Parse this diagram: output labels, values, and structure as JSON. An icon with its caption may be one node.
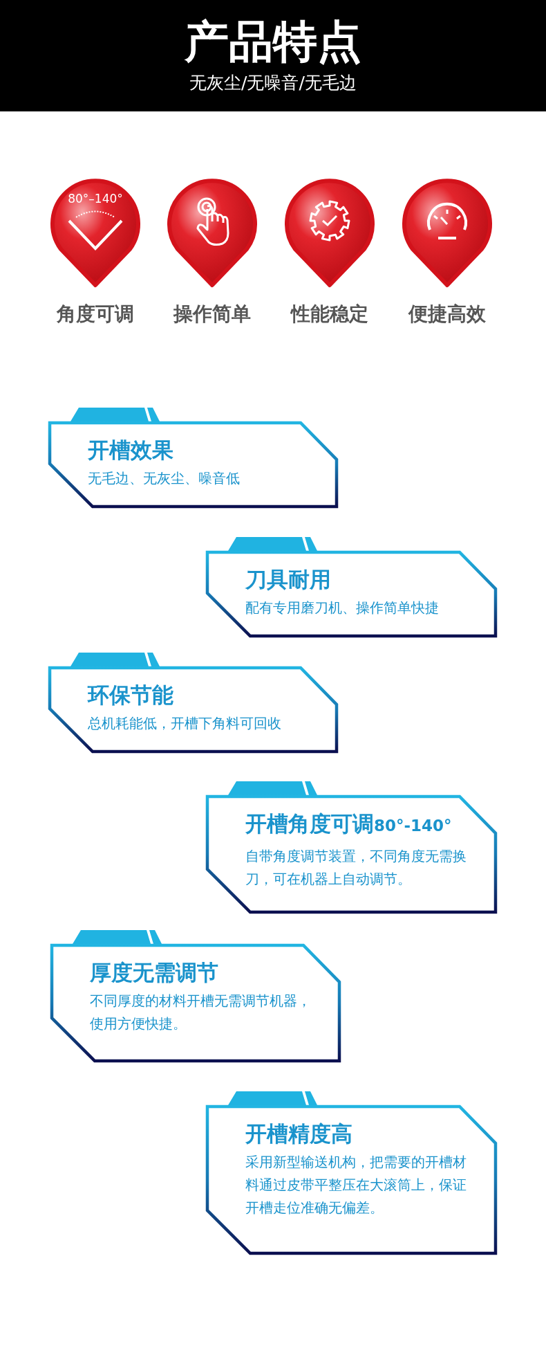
{
  "diagram": {
    "title": "产品特点",
    "nodes": [
      {
        "text": [
          "80°–140°",
          "角度可调"
        ]
      },
      {
        "text": [
          "操作简单"
        ]
      },
      {
        "text": [
          "性能稳定"
        ]
      },
      {
        "text": [
          "便捷高效"
        ]
      },
      {
        "text": [
          "开槽效果",
          "无毛边、无灰尘、噪音低"
        ]
      },
      {
        "text": [
          "刀具耐用",
          "配有专用磨刀机、操作简单快捷"
        ]
      },
      {
        "text": [
          "环保节能",
          "总机耗能低，开槽下角料可回收"
        ]
      },
      {
        "text": [
          "开槽角度可调",
          "80°-140°",
          "自带角度调节装置，不同角度无需换刀，可在机器上自动调节。"
        ]
      },
      {
        "text": [
          "厚度无需调节",
          "不同厚度的材料开槽无需调节机器，使用方便快捷。"
        ]
      },
      {
        "text": [
          "开槽精度高",
          "采用新型输送机构，把需要的开槽材料通过皮带平整压在大滚筒上，保证开槽走位准确无偏差。"
        ]
      }
    ],
    "labels": [
      "无灰尘/无噪音/无毛边"
    ]
  }
}
